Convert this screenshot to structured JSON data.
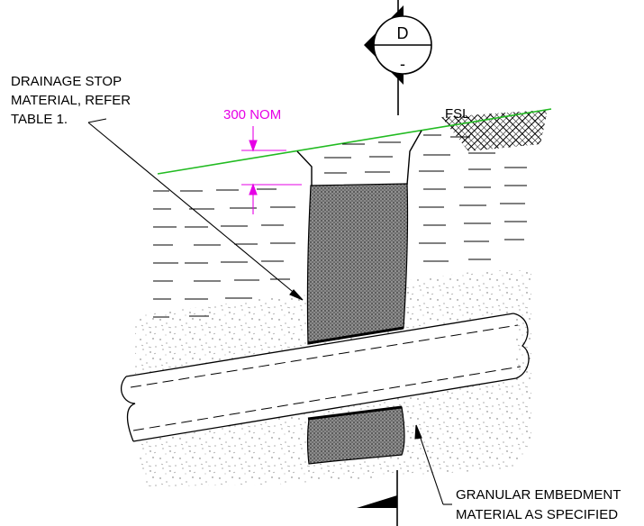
{
  "drawing": {
    "section_symbol": {
      "letter": "D",
      "sheet": "-"
    },
    "labels": {
      "drainage_stop": [
        "DRAINAGE STOP",
        "MATERIAL, REFER",
        "TABLE 1."
      ],
      "dimension": "300 NOM",
      "surface": "FSL",
      "embedment": [
        "GRANULAR EMBEDMENT",
        "MATERIAL AS SPECIFIED"
      ]
    },
    "colors": {
      "ground_line": "#22bb22",
      "dimension": "#e600e6",
      "linework": "#000000"
    }
  }
}
